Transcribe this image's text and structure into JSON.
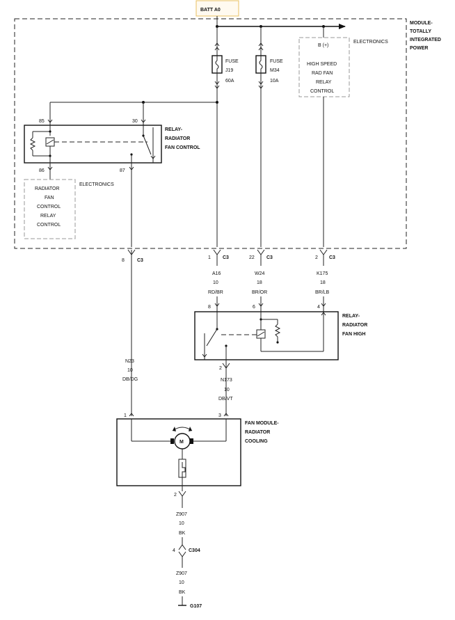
{
  "batt": "BATT A0",
  "module": {
    "l1": "MODULE-",
    "l2": "TOTALLY",
    "l3": "INTEGRATED",
    "l4": "POWER"
  },
  "fuses": [
    {
      "l1": "FUSE",
      "l2": "J19",
      "l3": "60A"
    },
    {
      "l1": "FUSE",
      "l2": "M34",
      "l3": "10A"
    }
  ],
  "hs": {
    "b": "B (+)",
    "label": "ELECTRONICS",
    "l1": "HIGH SPEED",
    "l2": "RAD FAN",
    "l3": "RELAY",
    "l4": "CONTROL"
  },
  "relay1": {
    "l1": "RELAY-",
    "l2": "RADIATOR",
    "l3": "FAN CONTROL",
    "p85": "85",
    "p30": "30",
    "p86": "86",
    "p87": "87"
  },
  "rfc": {
    "label": "ELECTRONICS",
    "l1": "RADIATOR",
    "l2": "FAN",
    "l3": "CONTROL",
    "l4": "RELAY",
    "l5": "CONTROL"
  },
  "c3": [
    {
      "pin": "8",
      "conn": "C3"
    },
    {
      "pin": "1",
      "conn": "C3"
    },
    {
      "pin": "22",
      "conn": "C3"
    },
    {
      "pin": "2",
      "conn": "C3"
    }
  ],
  "wires": {
    "a16": {
      "code": "A16",
      "gauge": "10",
      "color": "RD/BR"
    },
    "w24": {
      "code": "W24",
      "gauge": "18",
      "color": "BR/OR"
    },
    "k175": {
      "code": "K175",
      "gauge": "18",
      "color": "BR/LB"
    },
    "n23": {
      "code": "N23",
      "gauge": "10",
      "color": "DB/DG"
    },
    "n173": {
      "code": "N173",
      "gauge": "10",
      "color": "DB/VT"
    },
    "z907a": {
      "code": "Z907",
      "gauge": "10",
      "color": "BK"
    },
    "z907b": {
      "code": "Z907",
      "gauge": "10",
      "color": "BK"
    }
  },
  "relay2": {
    "l1": "RELAY-",
    "l2": "RADIATOR",
    "l3": "FAN HIGH",
    "p8": "8",
    "p6": "6",
    "p4": "4",
    "p2": "2"
  },
  "fan": {
    "l1": "FAN MODULE-",
    "l2": "RADIATOR",
    "l3": "COOLING",
    "p1": "1",
    "p3": "3",
    "p2": "2",
    "motor": "M"
  },
  "c304": {
    "pin": "4",
    "conn": "C304"
  },
  "ground": "G107"
}
